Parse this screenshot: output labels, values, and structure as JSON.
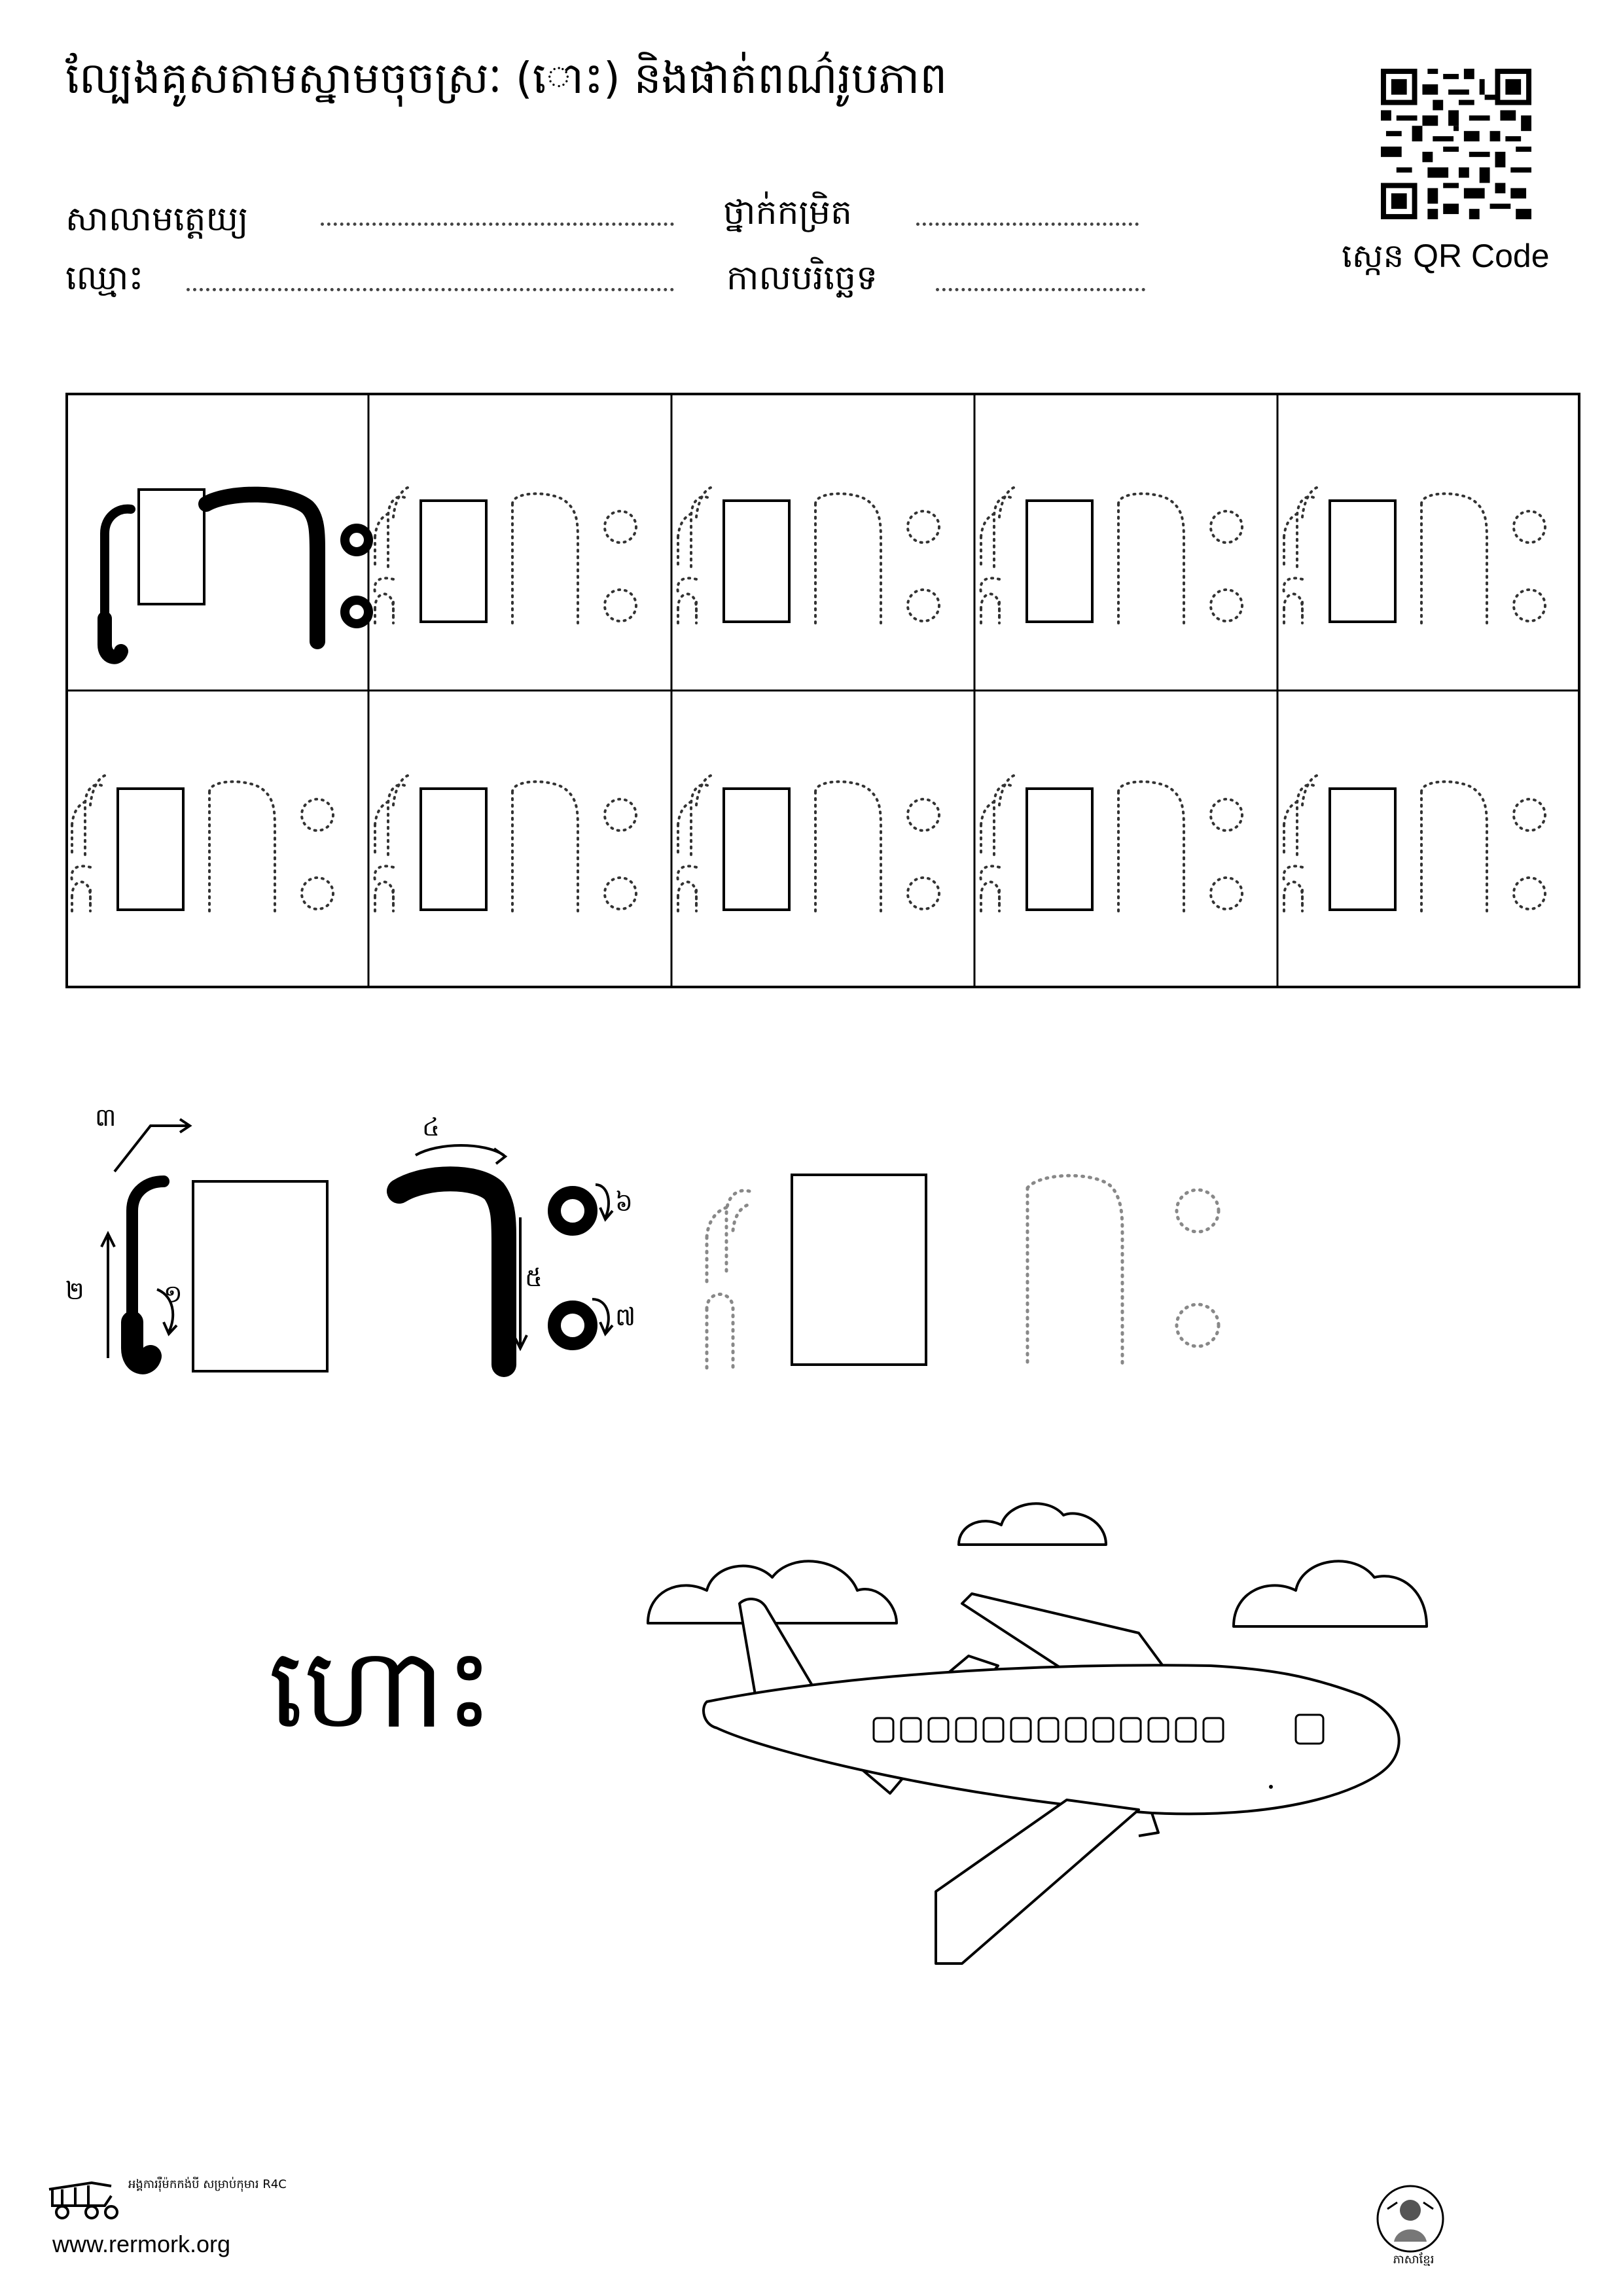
{
  "header": {
    "title": "ល្បែងគូសតាមស្នាមចុចស្រៈ (◌ោះ) និងផាត់ពណ៌រូបភាព",
    "fields": {
      "school_label": "សាលាមត្តេយ្យ",
      "grade_label": "ថ្នាក់កម្រិត",
      "name_label": "ឈ្មោះ",
      "date_label": "កាលបរិច្ឆេទ"
    },
    "qr_caption": "ស្កេន QR Code"
  },
  "practice_grid": {
    "rows": 2,
    "columns": 5,
    "model_glyph": "◌ោះ"
  },
  "stroke_guide": {
    "step_numbers": [
      "១",
      "២",
      "៣",
      "៤",
      "៥",
      "៦",
      "៧"
    ]
  },
  "example": {
    "word": "ហោះ",
    "picture": "airplane-with-clouds"
  },
  "footer": {
    "org_text": "អង្គការរ៉ឺម៉កកង់បី សម្រាប់កុមារ R4C",
    "url": "www.rermork.org",
    "badge_caption": "ភាសាខ្មែរ"
  }
}
